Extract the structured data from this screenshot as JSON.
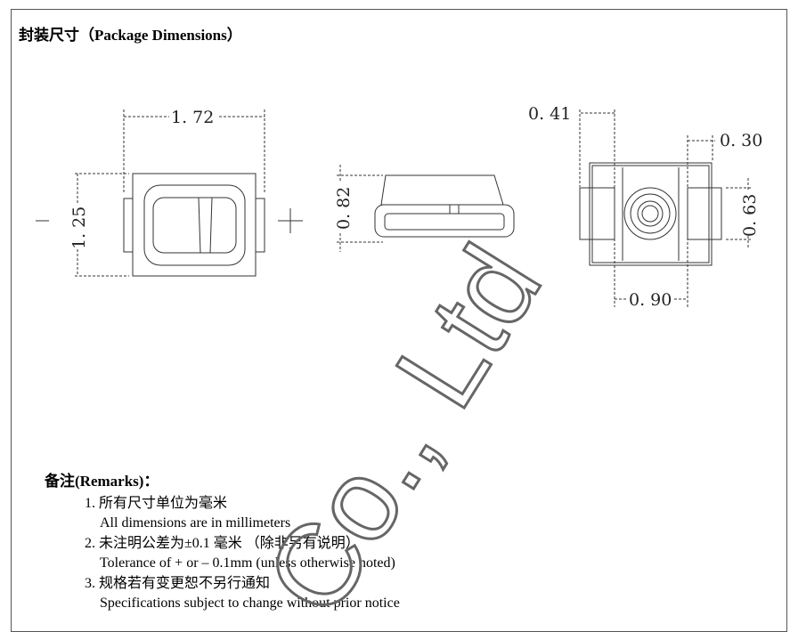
{
  "title": "封装尺寸（Package Dimensions）",
  "dimensions": {
    "top_width": "1. 72",
    "top_height": "1. 25",
    "side_height": "0. 82",
    "bottom_pad_width": "0. 41",
    "bottom_pad_gap_right": "0. 30",
    "bottom_pad_height": "0. 63",
    "bottom_center": "0. 90"
  },
  "remarks": {
    "heading": "备注(Remarks)：",
    "items": [
      {
        "cn": "1. 所有尺寸单位为毫米",
        "en": "All dimensions are in millimeters"
      },
      {
        "cn": "2.  未注明公差为±0.1 毫米 （除非另有说明）",
        "en": "Tolerance of + or – 0.1mm (unless otherwise noted)"
      },
      {
        "cn": "3.  规格若有变更恕不另行通知",
        "en": "Specifications subject to change without prior notice"
      }
    ]
  },
  "watermark": "Co., Ltd"
}
